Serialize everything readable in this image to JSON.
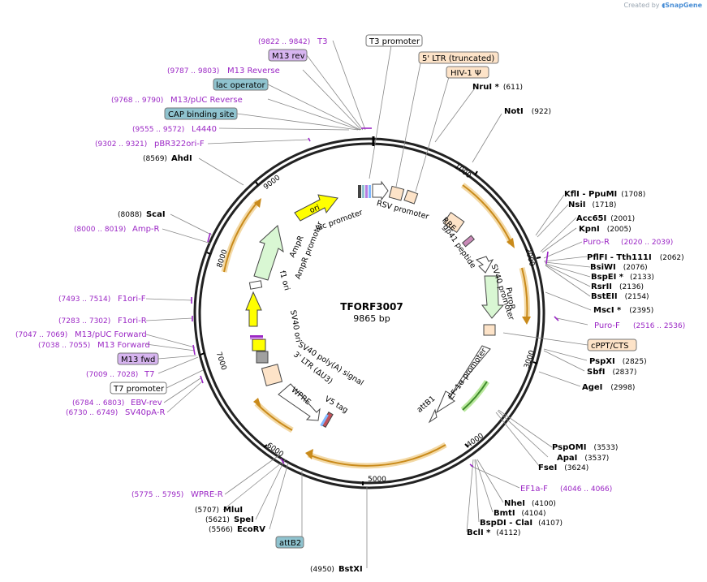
{
  "credit": {
    "prefix": "Created by",
    "brand": "SnapGene"
  },
  "plasmid": {
    "name": "TFORF3007",
    "length": "9865 bp"
  },
  "ticks": [
    "1000",
    "2000",
    "3000",
    "4000",
    "5000",
    "6000",
    "7000",
    "8000",
    "9000"
  ],
  "enzymes": [
    {
      "name": "NruI",
      "star": " *",
      "pos": "(611)"
    },
    {
      "name": "NotI",
      "pos": "(922)"
    },
    {
      "name": "KflI",
      "pair": " - PpuMI",
      "pos": "(1708)"
    },
    {
      "name": "NsiI",
      "pos": "(1718)"
    },
    {
      "name": "Acc65I",
      "pos": "(2001)"
    },
    {
      "name": "KpnI",
      "pos": "(2005)"
    },
    {
      "name": "PflFI",
      "pair": " - Tth111I",
      "pos": "(2062)"
    },
    {
      "name": "BsiWI",
      "pos": "(2076)"
    },
    {
      "name": "BspEI",
      "star": " *",
      "pos": "(2133)"
    },
    {
      "name": "RsrII",
      "pos": "(2136)"
    },
    {
      "name": "BstEII",
      "pos": "(2154)"
    },
    {
      "name": "MscI",
      "star": " *",
      "pos": "(2395)"
    },
    {
      "name": "PspXI",
      "pos": "(2825)"
    },
    {
      "name": "SbfI",
      "pos": "(2837)"
    },
    {
      "name": "AgeI",
      "pos": "(2998)"
    },
    {
      "name": "PspOMI",
      "pos": "(3533)"
    },
    {
      "name": "ApaI",
      "pos": "(3537)"
    },
    {
      "name": "FseI",
      "pos": "(3624)"
    },
    {
      "name": "NheI",
      "pos": "(4100)"
    },
    {
      "name": "BmtI",
      "pos": "(4104)"
    },
    {
      "name": "BspDI",
      "pair": " - ClaI",
      "pos": "(4107)"
    },
    {
      "name": "BclI",
      "star": " *",
      "pos": "(4112)"
    },
    {
      "name": "BstXI",
      "pos": "(4950)"
    },
    {
      "name": "EcoRV",
      "pos": "(5566)"
    },
    {
      "name": "SpeI",
      "pos": "(5621)"
    },
    {
      "name": "MluI",
      "pos": "(5707)"
    },
    {
      "name": "ScaI",
      "pos": "(8088)"
    },
    {
      "name": "AhdI",
      "pos": "(8569)"
    }
  ],
  "primers": [
    {
      "name": "T3",
      "range": "(9822 .. 9842)"
    },
    {
      "name": "M13 Reverse",
      "range": "(9787 .. 9803)"
    },
    {
      "name": "M13/pUC Reverse",
      "range": "(9768 .. 9790)"
    },
    {
      "name": "L4440",
      "range": "(9555 .. 9572)"
    },
    {
      "name": "pBR322ori-F",
      "range": "(9302 .. 9321)"
    },
    {
      "name": "Amp-R",
      "range": "(8000 .. 8019)"
    },
    {
      "name": "F1ori-F",
      "range": "(7493 .. 7514)"
    },
    {
      "name": "F1ori-R",
      "range": "(7283 .. 7302)"
    },
    {
      "name": "M13/pUC Forward",
      "range": "(7047 .. 7069)"
    },
    {
      "name": "M13 Forward",
      "range": "(7038 .. 7055)"
    },
    {
      "name": "T7",
      "range": "(7009 .. 7028)"
    },
    {
      "name": "EBV-rev",
      "range": "(6784 .. 6803)"
    },
    {
      "name": "SV40pA-R",
      "range": "(6730 .. 6749)"
    },
    {
      "name": "WPRE-R",
      "range": "(5775 .. 5795)"
    },
    {
      "name": "Puro-R",
      "range": "(2020 .. 2039)"
    },
    {
      "name": "Puro-F",
      "range": "(2516 .. 2536)"
    },
    {
      "name": "EF1a-F",
      "range": "(4046 .. 4066)"
    }
  ],
  "boxed": {
    "t3_promoter": "T3 promoter",
    "m13_rev": "M13 rev",
    "lac_operator": "lac operator",
    "cap_site": "CAP binding site",
    "ltr5": "5' LTR (truncated)",
    "hiv1": "HIV-1 Ψ",
    "cppt": "cPPT/CTS",
    "m13_fwd": "M13 fwd",
    "t7_promoter": "T7 promoter",
    "attb2": "attB2"
  },
  "inner_labels": {
    "lac_promoter": "lac promoter",
    "rsv_promoter": "RSV promoter",
    "rre": "RRE",
    "gp41": "gp41 peptide",
    "sv40_promoter": "SV40 promoter",
    "puror": "PuroR",
    "ef1a": "EF-1α promoter",
    "attb1": "attB1",
    "v5": "V5 tag",
    "sv40_polya": "SV40 poly(A) signal",
    "ltr3": "3' LTR (ΔU3)",
    "wpre": "WPRE",
    "sv40_ori": "SV40 ori",
    "f1_ori": "f1 ori",
    "ampr_promoter": "AmpR promoter",
    "ampr": "AmpR",
    "ori": "ori"
  },
  "colors": {
    "primer": "#9b27c5",
    "orf_arrow": "#c98a1a",
    "orf_glow": "#f3d9a6",
    "promoter_fill": "#d9f7d3",
    "ori_fill": "#ffff00",
    "box_lac": "#8fc3cf",
    "box_m13": "#d7b5f0",
    "box_ltr": "#fde3c8"
  }
}
